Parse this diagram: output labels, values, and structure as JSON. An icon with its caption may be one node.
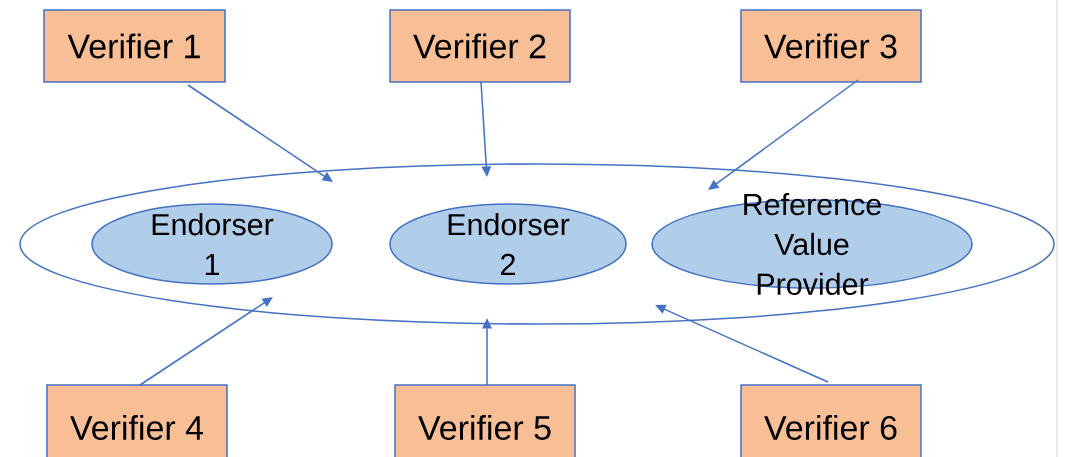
{
  "diagram": {
    "nodes": [
      {
        "text": [
          "Verifier 1"
        ]
      },
      {
        "text": [
          "Verifier 2"
        ]
      },
      {
        "text": [
          "Verifier 3"
        ]
      },
      {
        "text": [],
        "shape": "ellipse"
      },
      {
        "text": [
          "Endorser 1"
        ],
        "in": 3
      },
      {
        "text": [
          "Endorser 2"
        ],
        "in": 3
      },
      {
        "text": [
          "Reference Value Provider"
        ],
        "in": 3
      },
      {
        "text": [
          "Verifier 4"
        ]
      },
      {
        "text": [
          "Verifier 5"
        ]
      },
      {
        "text": [
          "Verifier 6"
        ]
      }
    ],
    "edges": [
      {
        "from": 0,
        "to": 3,
        "arrow": "to"
      },
      {
        "from": 1,
        "to": 3,
        "arrow": "to"
      },
      {
        "from": 2,
        "to": 3,
        "arrow": "to"
      },
      {
        "from": 7,
        "to": 3,
        "arrow": "to"
      },
      {
        "from": 8,
        "to": 3,
        "arrow": "to"
      },
      {
        "from": 9,
        "to": 3,
        "arrow": "to"
      }
    ]
  }
}
